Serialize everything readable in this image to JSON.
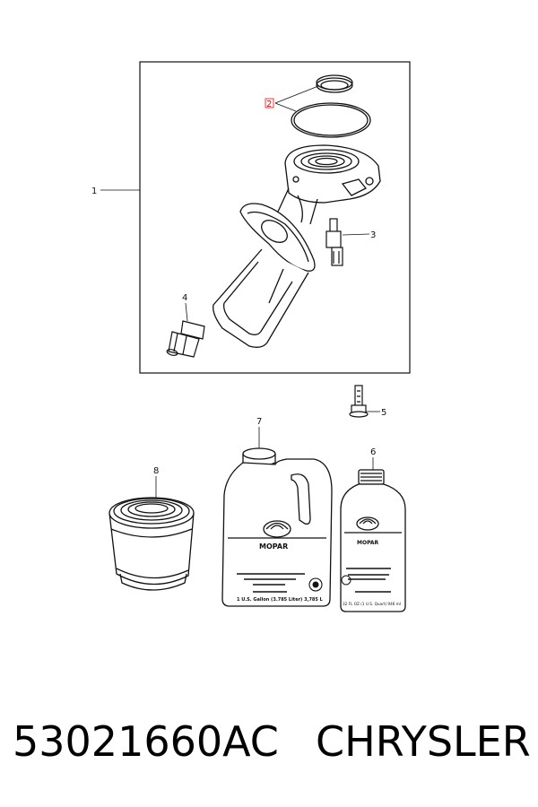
{
  "callouts": {
    "c1": "1",
    "c2": "2",
    "c3": "3",
    "c4": "4",
    "c5": "5",
    "c6": "6",
    "c7": "7",
    "c8": "8"
  },
  "jug_label": {
    "line1": "MOPAR",
    "line2": "1 U.S. Gallon (3.785 Liter) 3,785 L"
  },
  "bottle_label": {
    "line1": "MOPAR",
    "line2": "32 FL OZ (1 U.S. Quart) 946 ml"
  },
  "footer": {
    "part_number": "53021660AC",
    "brand": "CHRYSLER"
  },
  "colors": {
    "line": "#111111",
    "highlight": "#dd1111"
  }
}
